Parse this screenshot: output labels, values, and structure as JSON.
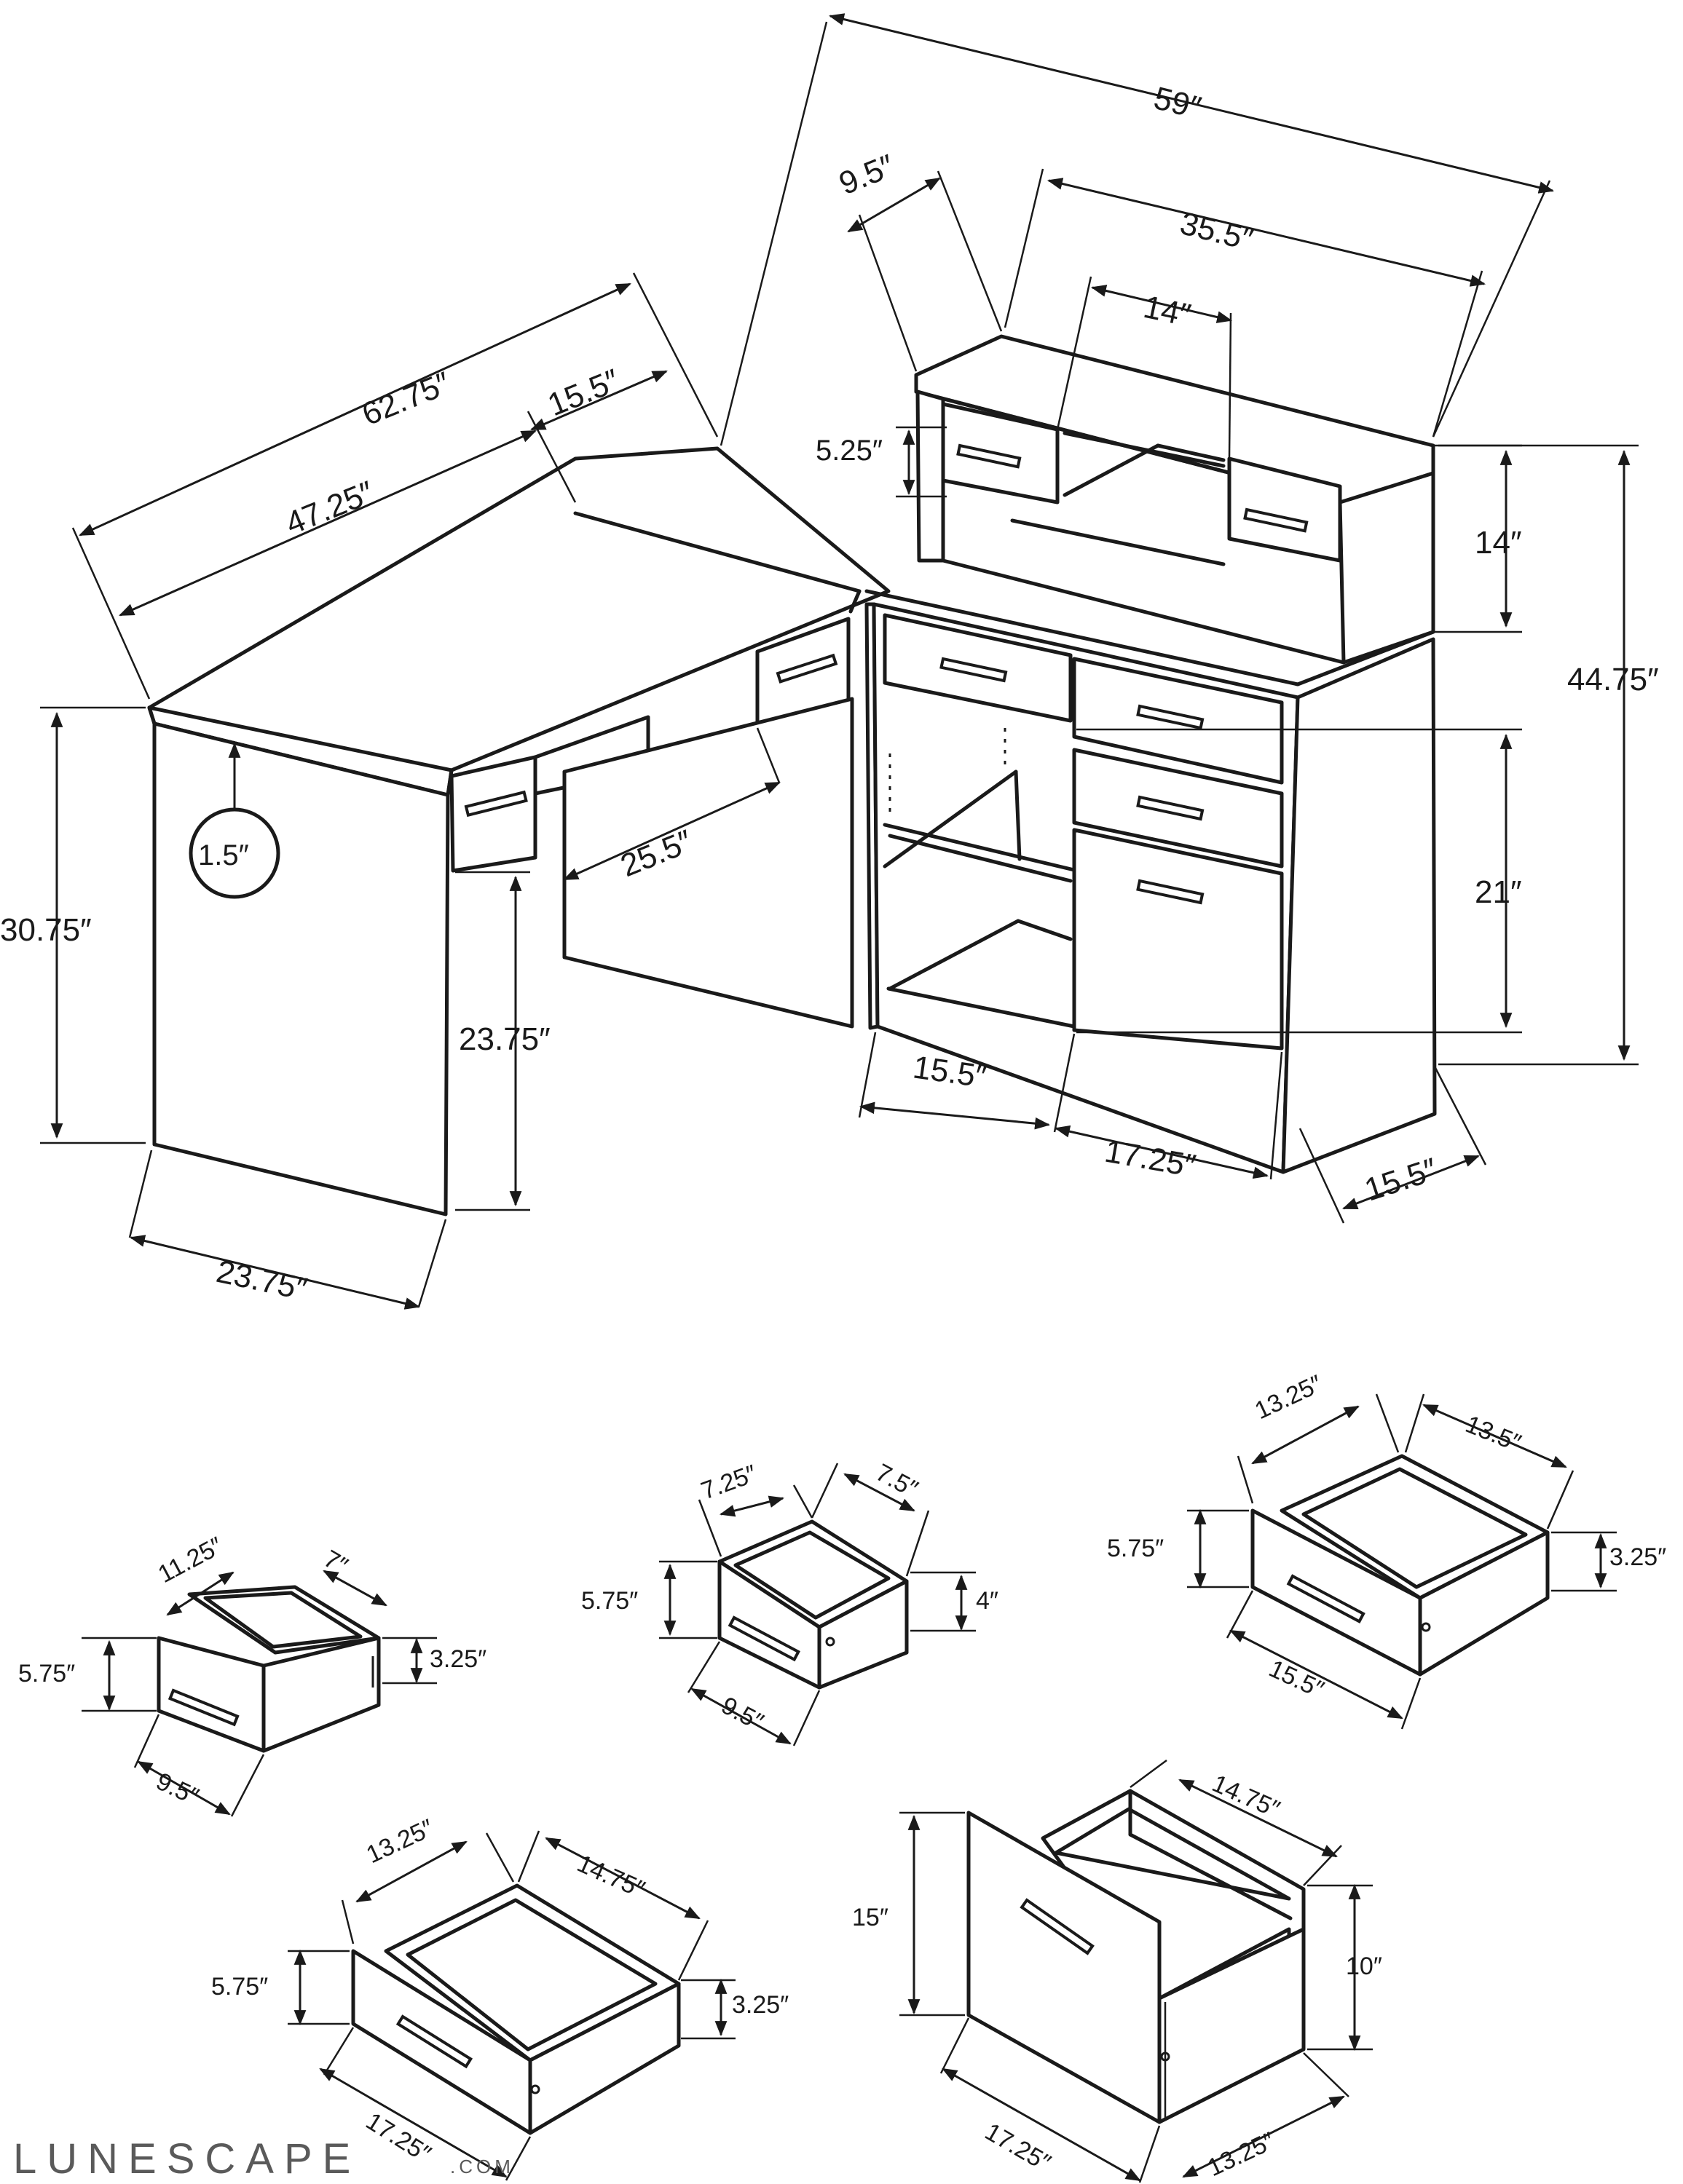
{
  "brand": {
    "name": "LUNESCAPE",
    "suffix": ".COM"
  },
  "desk": {
    "total_depth_left": "62.75″",
    "top_length": "47.25″",
    "corner_depth": "15.5″",
    "total_width": "59″",
    "hutch_side": "9.5″",
    "hutch_width": "35.5″",
    "hutch_opening": "14″",
    "hutch_drawer_height": "5.25″",
    "hutch_height": "14″",
    "total_height": "44.75″",
    "desk_height": "30.75″",
    "top_thickness": "1.5″",
    "knee_depth": "25.5″",
    "knee_height": "23.75″",
    "cabinet_height": "21″",
    "leg_depth": "23.75″",
    "cabinet_left_width": "15.5″",
    "cabinet_right_width": "17.25″",
    "cabinet_depth": "15.5″"
  },
  "drawers": [
    {
      "id": "small-left",
      "width": "11.25″",
      "depth": "7″",
      "outer_height": "5.75″",
      "inner_height": "3.25″",
      "front_width": "9.5″"
    },
    {
      "id": "small-center",
      "width": "7.25″",
      "depth": "7.5″",
      "outer_height": "5.75″",
      "inner_height": "4″",
      "front_width": "9.5″"
    },
    {
      "id": "medium-right",
      "width": "13.25″",
      "depth": "13.5″",
      "outer_height": "5.75″",
      "inner_height": "3.25″",
      "front_width": "15.5″"
    },
    {
      "id": "large-left",
      "width": "13.25″",
      "depth": "14.75″",
      "outer_height": "5.75″",
      "inner_height": "3.25″",
      "front_width": "17.25″"
    },
    {
      "id": "file",
      "depth": "14.75″",
      "outer_height": "15″",
      "inner_height": "10″",
      "front_width": "17.25″",
      "side_width": "13.25″"
    }
  ]
}
